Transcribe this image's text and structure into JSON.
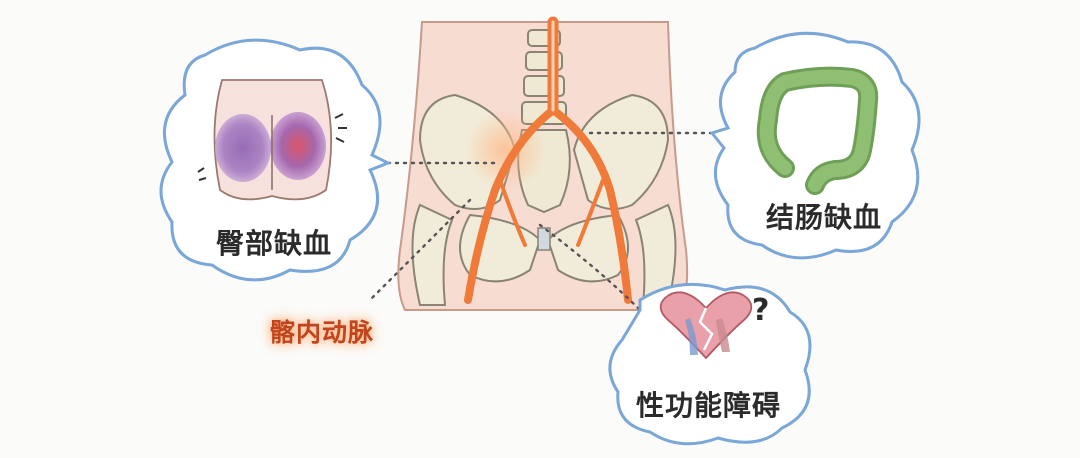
{
  "labels": {
    "buttock": "臀部缺血",
    "colon": "结肠缺血",
    "sexual": "性功能障碍",
    "artery": "髂内动脉"
  },
  "colors": {
    "bubble_outline": "#7aa6d8",
    "artery": "#f07a3a",
    "artery_glow": "#ffb98a",
    "skin": "#f7dcd2",
    "bone": "#f1ecd9",
    "colon": "#8fbf72",
    "bruise": "#9a6bb4",
    "heart": "#e9a0a8"
  },
  "icons": [
    "pelvis-illustration",
    "buttock-bruise-icon",
    "colon-icon",
    "broken-heart-icon",
    "question-mark-icon"
  ]
}
